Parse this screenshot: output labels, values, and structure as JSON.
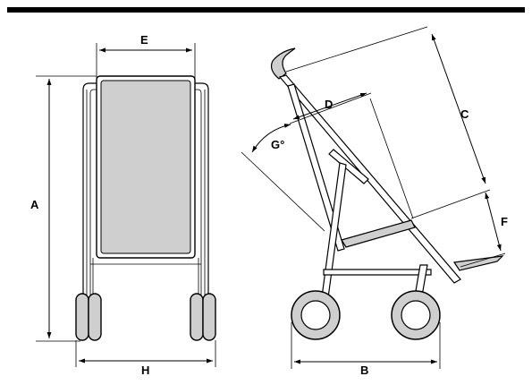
{
  "colors": {
    "ink": "#000000",
    "seat_fill": "#cfcfcf",
    "page_bg": "#ffffff"
  },
  "labels": {
    "A": "A",
    "B": "B",
    "C": "C",
    "D": "D",
    "E": "E",
    "F": "F",
    "G": "G°",
    "H": "H"
  }
}
